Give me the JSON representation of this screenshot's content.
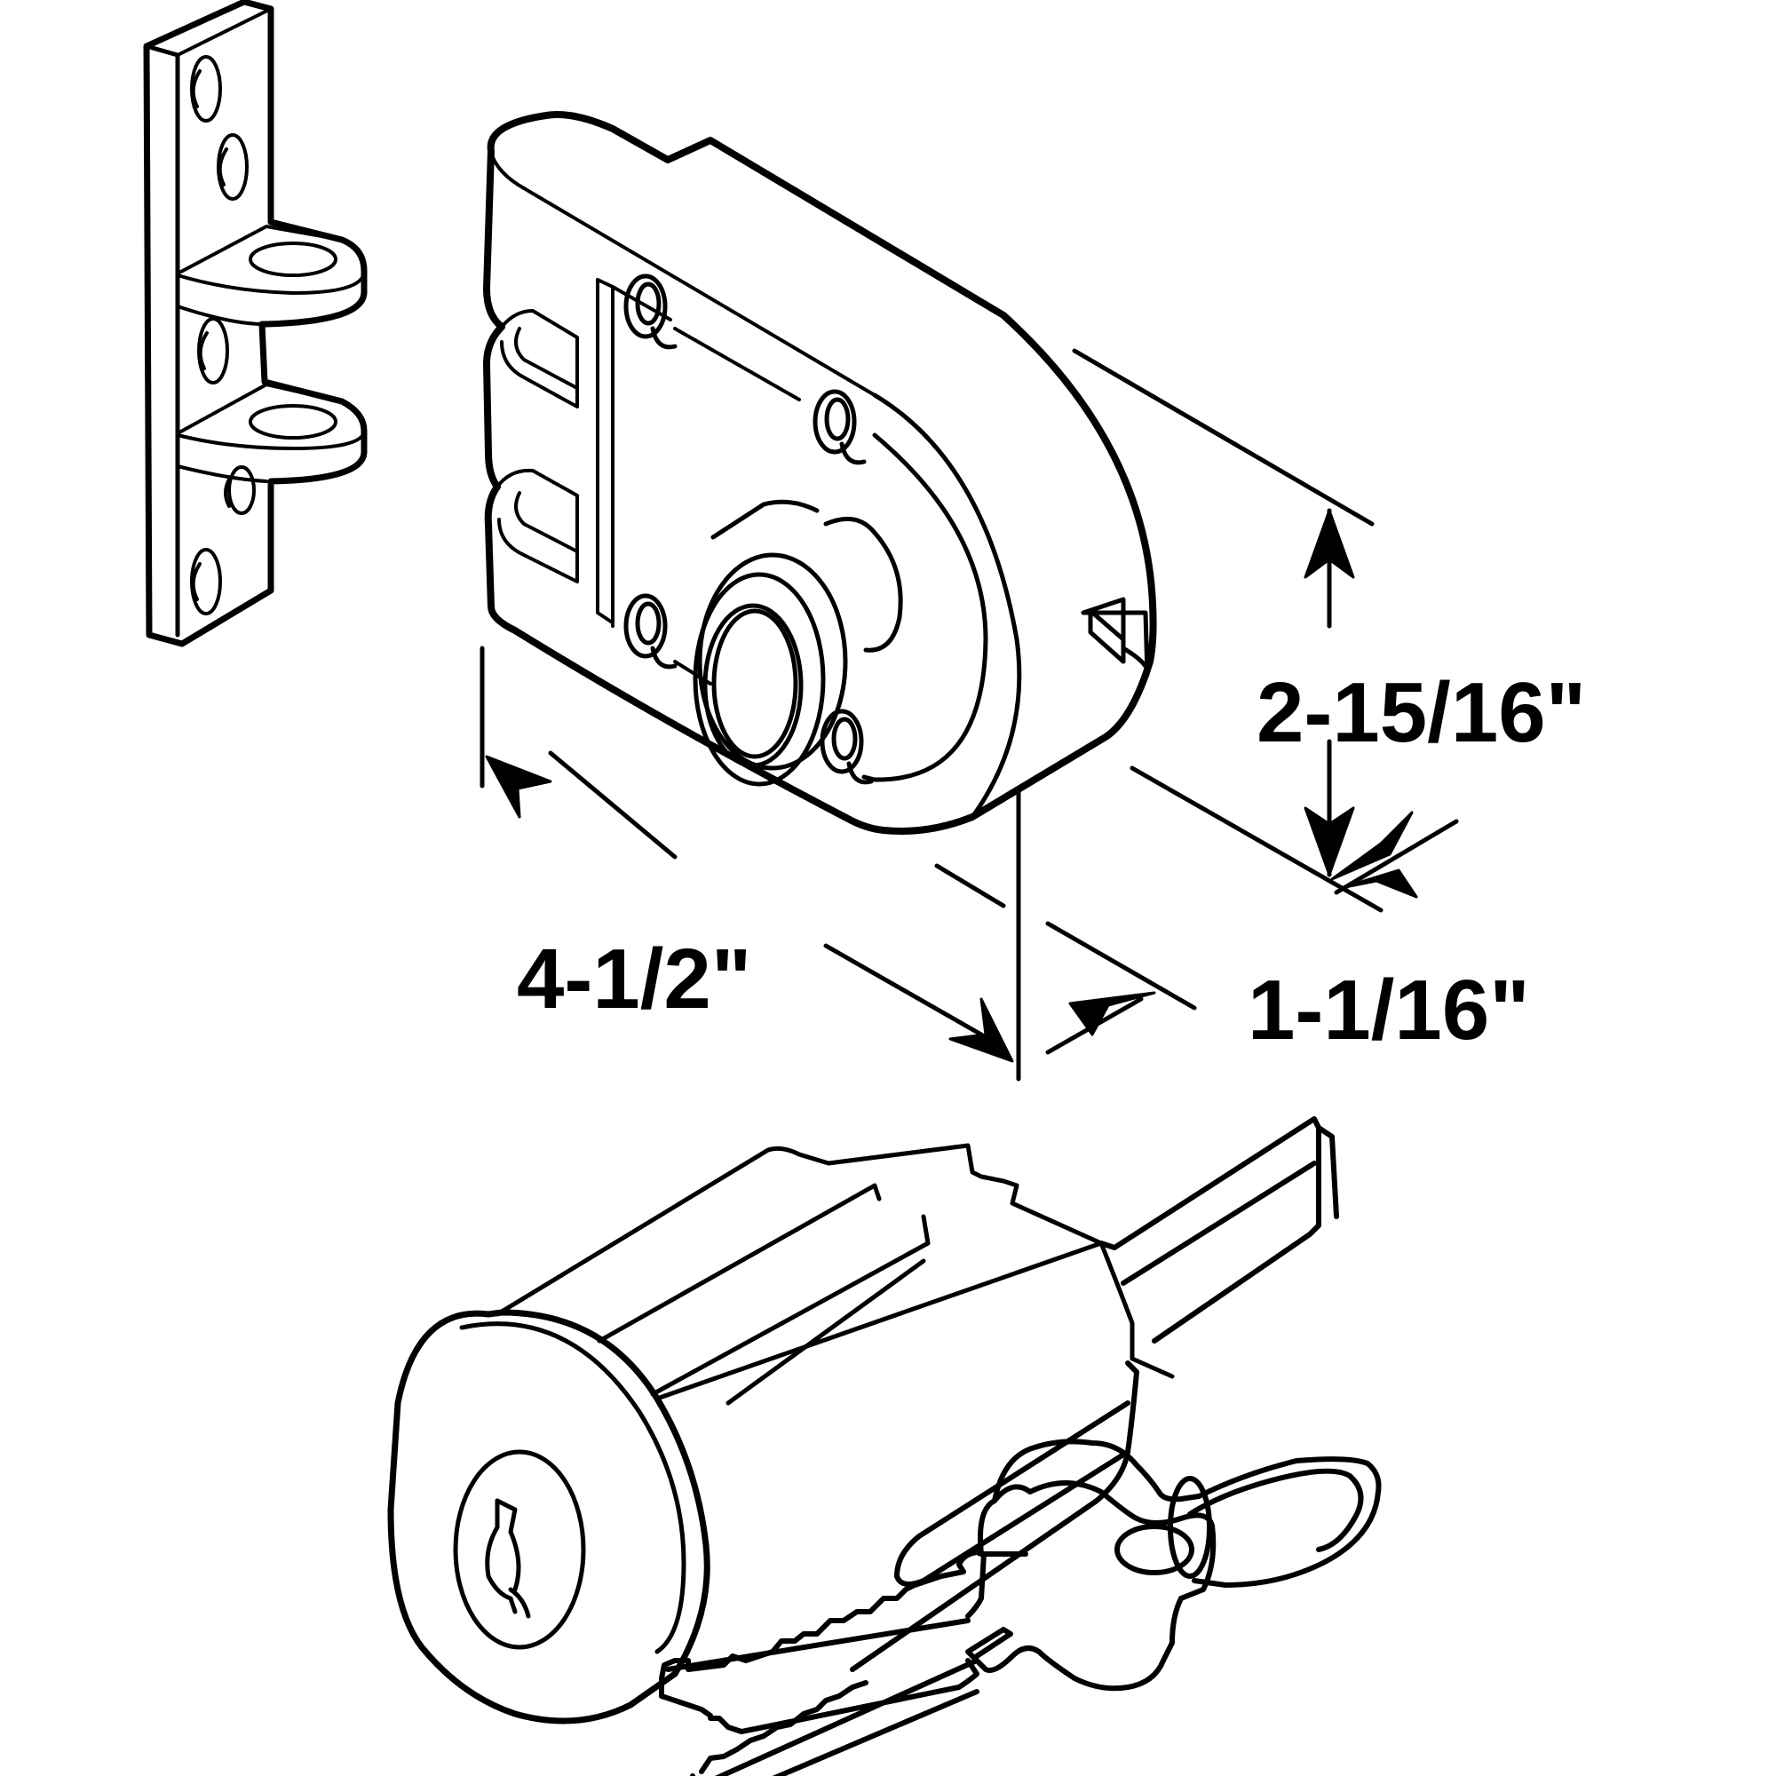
{
  "dimensions": {
    "height": "2-15/16\"",
    "length": "4-1/2\"",
    "depth": "1-1/16\""
  },
  "colors": {
    "line": "#000000",
    "background": "#ffffff"
  }
}
